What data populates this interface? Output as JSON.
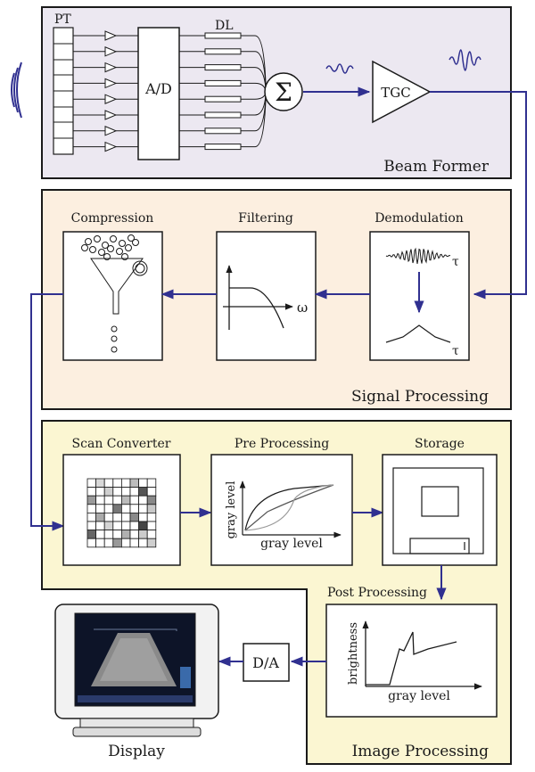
{
  "colors": {
    "beam_bg": "#ece8f1",
    "signal_bg": "#fcefe0",
    "image_bg": "#fbf6d2",
    "arrow": "#303090",
    "stroke": "#1a1a1a"
  },
  "beam_former": {
    "title": "Beam Former",
    "pt_label": "PT",
    "dl_label": "DL",
    "ad_label": "A/D",
    "sum_symbol": "Σ",
    "tgc_label": "TGC"
  },
  "signal_processing": {
    "title": "Signal Processing",
    "blocks": [
      {
        "title": "Compression"
      },
      {
        "title": "Filtering",
        "axis_label": "ω"
      },
      {
        "title": "Demodulation",
        "axis_label_top": "τ",
        "axis_label_bottom": "τ"
      }
    ]
  },
  "image_processing": {
    "title": "Image Processing",
    "blocks": [
      {
        "title": "Scan Converter"
      },
      {
        "title": "Pre Processing",
        "xlabel": "gray level",
        "ylabel": "gray level"
      },
      {
        "title": "Storage"
      },
      {
        "title": "Post Processing",
        "xlabel": "gray level",
        "ylabel": "brightness"
      }
    ]
  },
  "da_label": "D/A",
  "display": {
    "title": "Display"
  },
  "icons": {
    "wave": "ultrasound-wave-icon",
    "transducer": "transducer-array-icon",
    "monitor": "monitor-icon"
  }
}
